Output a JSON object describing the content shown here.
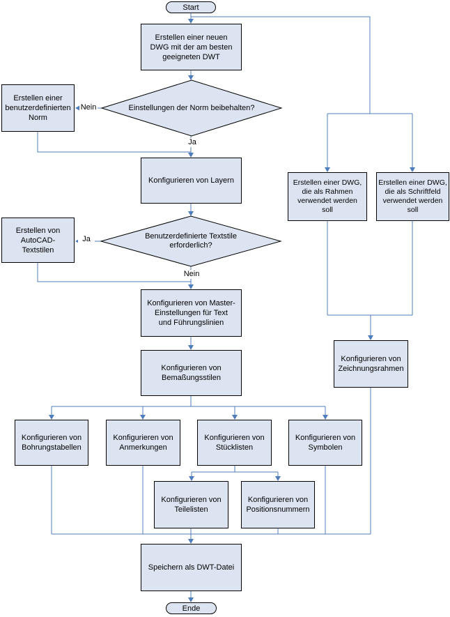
{
  "colors": {
    "connector": "#4f7cba",
    "node_fill": "#dce4f1",
    "node_border": "#000000"
  },
  "nodes": {
    "start": "Start",
    "create_dwg": "Erstellen einer neuen\nDWG mit der am besten\ngeeigneten DWT",
    "keep_norm_q": "Einstellungen der Norm beibehalten?",
    "create_norm": "Erstellen einer\nbenutzerdefinierten\nNorm",
    "layers": "Konfigurieren von Layern",
    "textstyles_q": "Benutzerdefinierte Textstile\nerforderlich?",
    "create_textstyles": "Erstellen von\nAutoCAD-\nTextstilen",
    "master_text": "Konfigurieren von Master-\nEinstellungen für Text\nund Führungslinien",
    "dimension_styles": "Konfigurieren von\nBemaßungsstilen",
    "hole_tables": "Konfigurieren von\nBohrungstabellen",
    "annotations": "Konfigurieren von\nAnmerkungen",
    "parts_lists": "Konfigurieren von\nStücklisten",
    "symbols": "Konfigurieren von\nSymbolen",
    "part_lists": "Konfigurieren von\nTeilelisten",
    "balloons": "Konfigurieren von\nPositionsnummern",
    "dwg_frame": "Erstellen einer DWG,\ndie als Rahmen\nverwendet werden\nsoll",
    "dwg_titleblock": "Erstellen einer DWG,\ndie als Schriftfeld\nverwendet werden\nsoll",
    "drawing_frame": "Konfigurieren von\nZeichnungsrahmen",
    "save": "Speichern als DWT-Datei",
    "end": "Ende"
  },
  "edge_labels": {
    "norm_no": "Nein",
    "norm_yes": "Ja",
    "textstyles_yes": "Ja",
    "textstyles_no": "Nein"
  }
}
